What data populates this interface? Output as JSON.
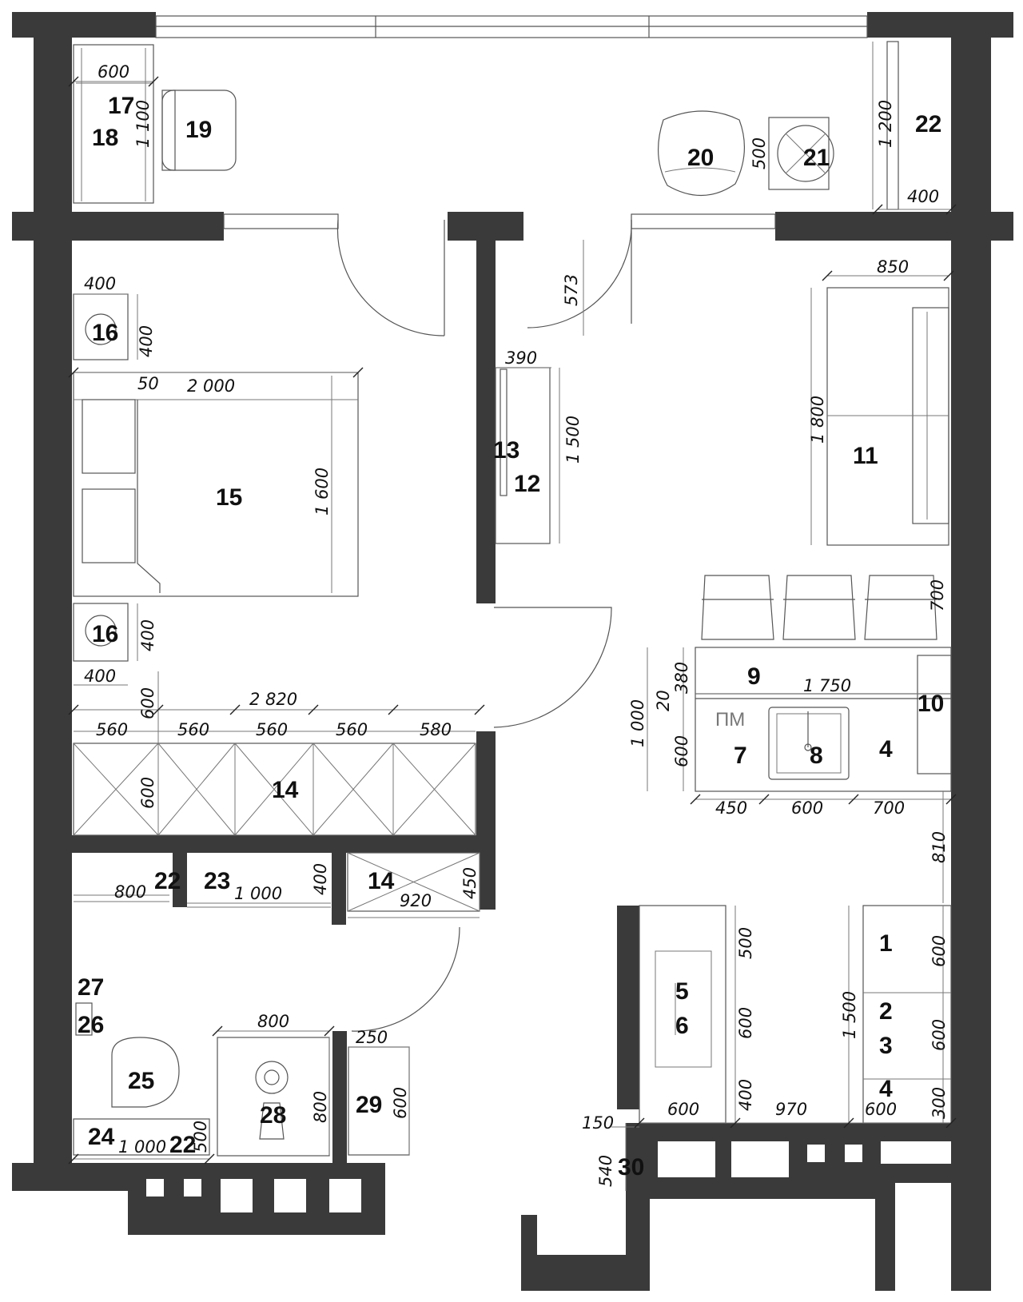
{
  "labels": {
    "n1": "1",
    "n2": "2",
    "n3": "3",
    "n4a": "4",
    "n4b": "4",
    "n5": "5",
    "n6": "6",
    "n7": "7",
    "n8": "8",
    "n9": "9",
    "n10": "10",
    "n11": "11",
    "n12": "12",
    "n13": "13",
    "n14a": "14",
    "n14b": "14",
    "n15": "15",
    "n16a": "16",
    "n16b": "16",
    "n17": "17",
    "n18": "18",
    "n19": "19",
    "n20": "20",
    "n21": "21",
    "n22a": "22",
    "n22b": "22",
    "n22c": "22",
    "n23": "23",
    "n24": "24",
    "n25": "25",
    "n26": "26",
    "n27": "27",
    "n28": "28",
    "n29": "29",
    "n30": "30",
    "pm": "ПМ"
  },
  "dims": {
    "d600_a": "600",
    "d1100": "1 100",
    "d500_a": "500",
    "d1200": "1 200",
    "d400_a": "400",
    "d400_b": "400",
    "d400_c": "400",
    "d573": "573",
    "d850": "850",
    "d390": "390",
    "d50": "50",
    "d2000": "2 000",
    "d1500_a": "1 500",
    "d1600": "1 600",
    "d1800": "1 800",
    "d700_a": "700",
    "d400_d": "400",
    "d400_e": "400",
    "d600_b": "600",
    "d2820": "2 820",
    "d380": "380",
    "d20": "20",
    "d1750": "1 750",
    "d1000_a": "1 000",
    "d600_c": "600",
    "d560_a": "560",
    "d560_b": "560",
    "d560_c": "560",
    "d560_d": "560",
    "d580": "580",
    "d600_d": "600",
    "d450_a": "450",
    "d600_e": "600",
    "d700_b": "700",
    "d810": "810",
    "d800_a": "800",
    "d1000_b": "1 000",
    "d400_f": "400",
    "d920": "920",
    "d450_b": "450",
    "d500_b": "500",
    "d600_f": "600",
    "d1500_b": "1 500",
    "d600_g": "600",
    "d600_h": "600",
    "d800_b": "800",
    "d250": "250",
    "d600_i": "600",
    "d800_c": "800",
    "d400_g": "400",
    "d300": "300",
    "d600_j": "600",
    "d970": "970",
    "d600_k": "600",
    "d150": "150",
    "d540": "540",
    "d1000_c": "1 000",
    "d500_c": "500"
  }
}
